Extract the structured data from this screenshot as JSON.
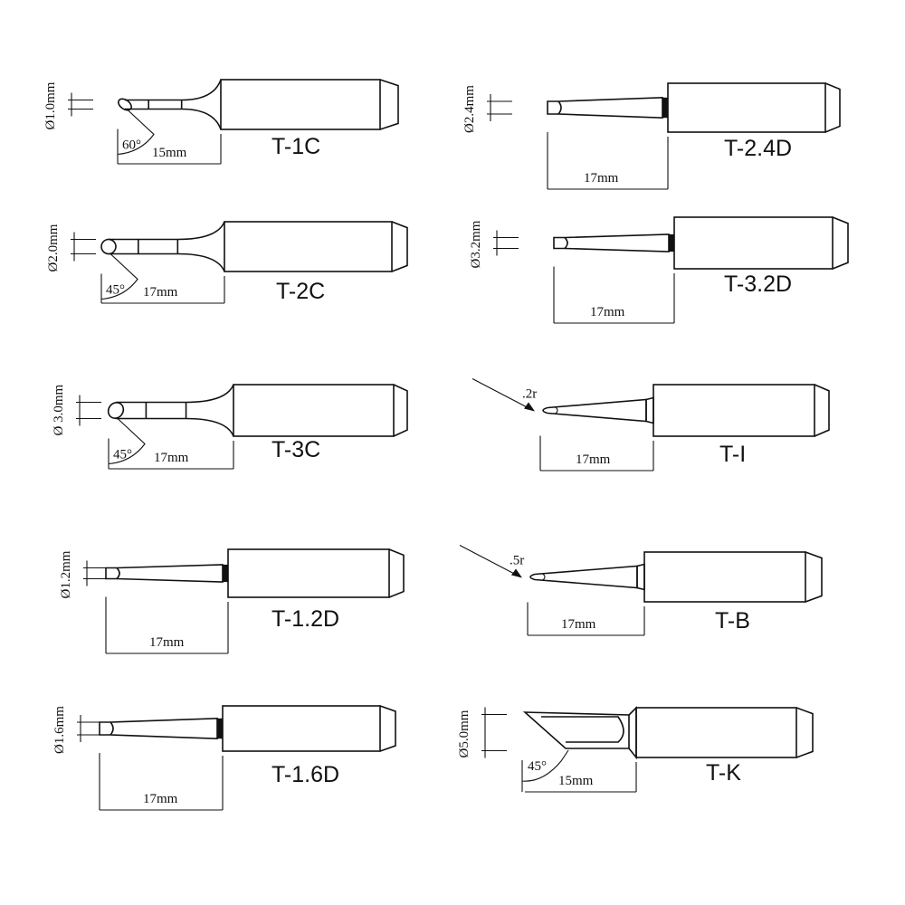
{
  "tips": [
    {
      "name": "T-1C",
      "diameter": "Ø1.0mm",
      "angle": "60°",
      "length": "15mm",
      "type": "bevel"
    },
    {
      "name": "T-2C",
      "diameter": "Ø2.0mm",
      "angle": "45°",
      "length": "17mm",
      "type": "bevel"
    },
    {
      "name": "T-3C",
      "diameter": "Ø 3.0mm",
      "angle": "45°",
      "length": "17mm",
      "type": "bevel"
    },
    {
      "name": "T-1.2D",
      "diameter": "Ø1.2mm",
      "length": "17mm",
      "type": "chisel"
    },
    {
      "name": "T-1.6D",
      "diameter": "Ø1.6mm",
      "length": "17mm",
      "type": "chisel"
    },
    {
      "name": "T-2.4D",
      "diameter": "Ø2.4mm",
      "length": "17mm",
      "type": "chisel"
    },
    {
      "name": "T-3.2D",
      "diameter": "Ø3.2mm",
      "length": "17mm",
      "type": "chisel"
    },
    {
      "name": "T-I",
      "radius": ".2r",
      "length": "17mm",
      "type": "conical"
    },
    {
      "name": "T-B",
      "radius": ".5r",
      "length": "17mm",
      "type": "conical"
    },
    {
      "name": "T-K",
      "diameter": "Ø5.0mm",
      "angle": "45°",
      "length": "15mm",
      "type": "knife"
    }
  ]
}
